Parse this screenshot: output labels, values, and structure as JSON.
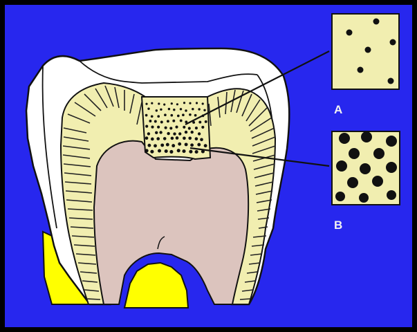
{
  "colors": {
    "background": "#2727ee",
    "frame": "#000000",
    "enamel": "#ffffff",
    "dentin": "#f1eeb0",
    "pulp": "#dcc4be",
    "gum": "#ffff00",
    "outline": "#111111"
  },
  "insets": {
    "a": {
      "label": "A",
      "pattern": "sparse-tubules"
    },
    "b": {
      "label": "B",
      "pattern": "dense-tubules"
    }
  }
}
